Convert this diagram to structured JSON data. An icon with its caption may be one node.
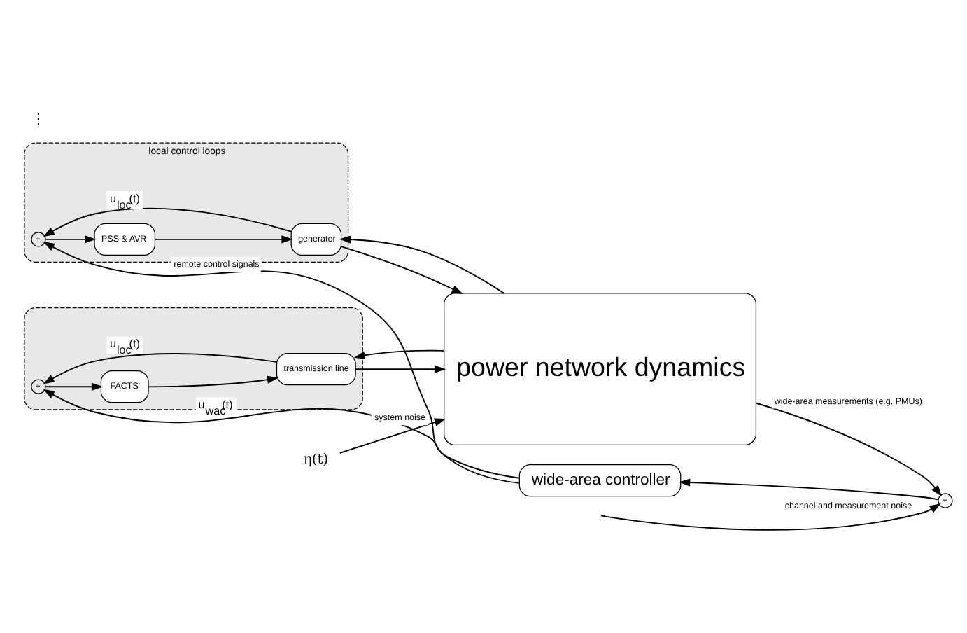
{
  "diagram": {
    "nodes": [
      {
        "text": [
          "wide-area controller"
        ]
      },
      {
        "text": [
          "+"
        ]
      },
      {
        "text": [
          "power network dynamics"
        ]
      },
      {
        "text": [
          "local control loops"
        ]
      },
      {
        "text": [
          "+"
        ],
        "in": 3
      },
      {
        "text": [
          "PSS & AVR"
        ],
        "in": 3
      },
      {
        "text": [
          "generator"
        ],
        "in": 3
      },
      {
        "text": [],
        "shape": "box"
      },
      {
        "text": [
          "+"
        ],
        "in": 7
      },
      {
        "text": [
          "FACTS"
        ],
        "in": 7
      },
      {
        "text": [
          "transmission line"
        ],
        "in": 7
      },
      {
        "text": [
          "η(t)"
        ]
      }
    ],
    "edges": [
      {
        "from": 0,
        "to": 8,
        "arrow": "to",
        "label": "u$_{wac}$(t)"
      },
      {
        "from": 0,
        "to": 4,
        "arrow": "to",
        "label": "remote control signals"
      },
      {
        "from": 4,
        "to": 5,
        "arrow": "to"
      },
      {
        "from": 5,
        "to": 6,
        "arrow": "to"
      },
      {
        "from": 6,
        "to": 4,
        "arrow": "to",
        "label": "u$_{loc}$(t)"
      },
      {
        "from": 6,
        "to": 2,
        "arrow": "to"
      },
      {
        "from": 2,
        "to": 6,
        "arrow": "to"
      },
      {
        "from": 8,
        "to": 9,
        "arrow": "to"
      },
      {
        "from": 9,
        "to": 10,
        "arrow": "to"
      },
      {
        "from": 10,
        "to": 8,
        "arrow": "to",
        "label": "u$_{loc}$(t)"
      },
      {
        "from": 10,
        "to": 2,
        "arrow": "to"
      },
      {
        "from": 2,
        "to": 10,
        "arrow": "to"
      },
      {
        "from": 11,
        "to": 2,
        "arrow": "to",
        "label": "system noise"
      },
      {
        "from": 2,
        "to": 1,
        "arrow": "to",
        "label": "wide-area measurements (e.g. PMUs)"
      },
      {
        "from": null,
        "to": 1,
        "arrow": "to",
        "label": "channel and measurement noise"
      },
      {
        "from": 1,
        "to": 0,
        "arrow": "to"
      }
    ],
    "labels": [
      "⋮"
    ]
  }
}
